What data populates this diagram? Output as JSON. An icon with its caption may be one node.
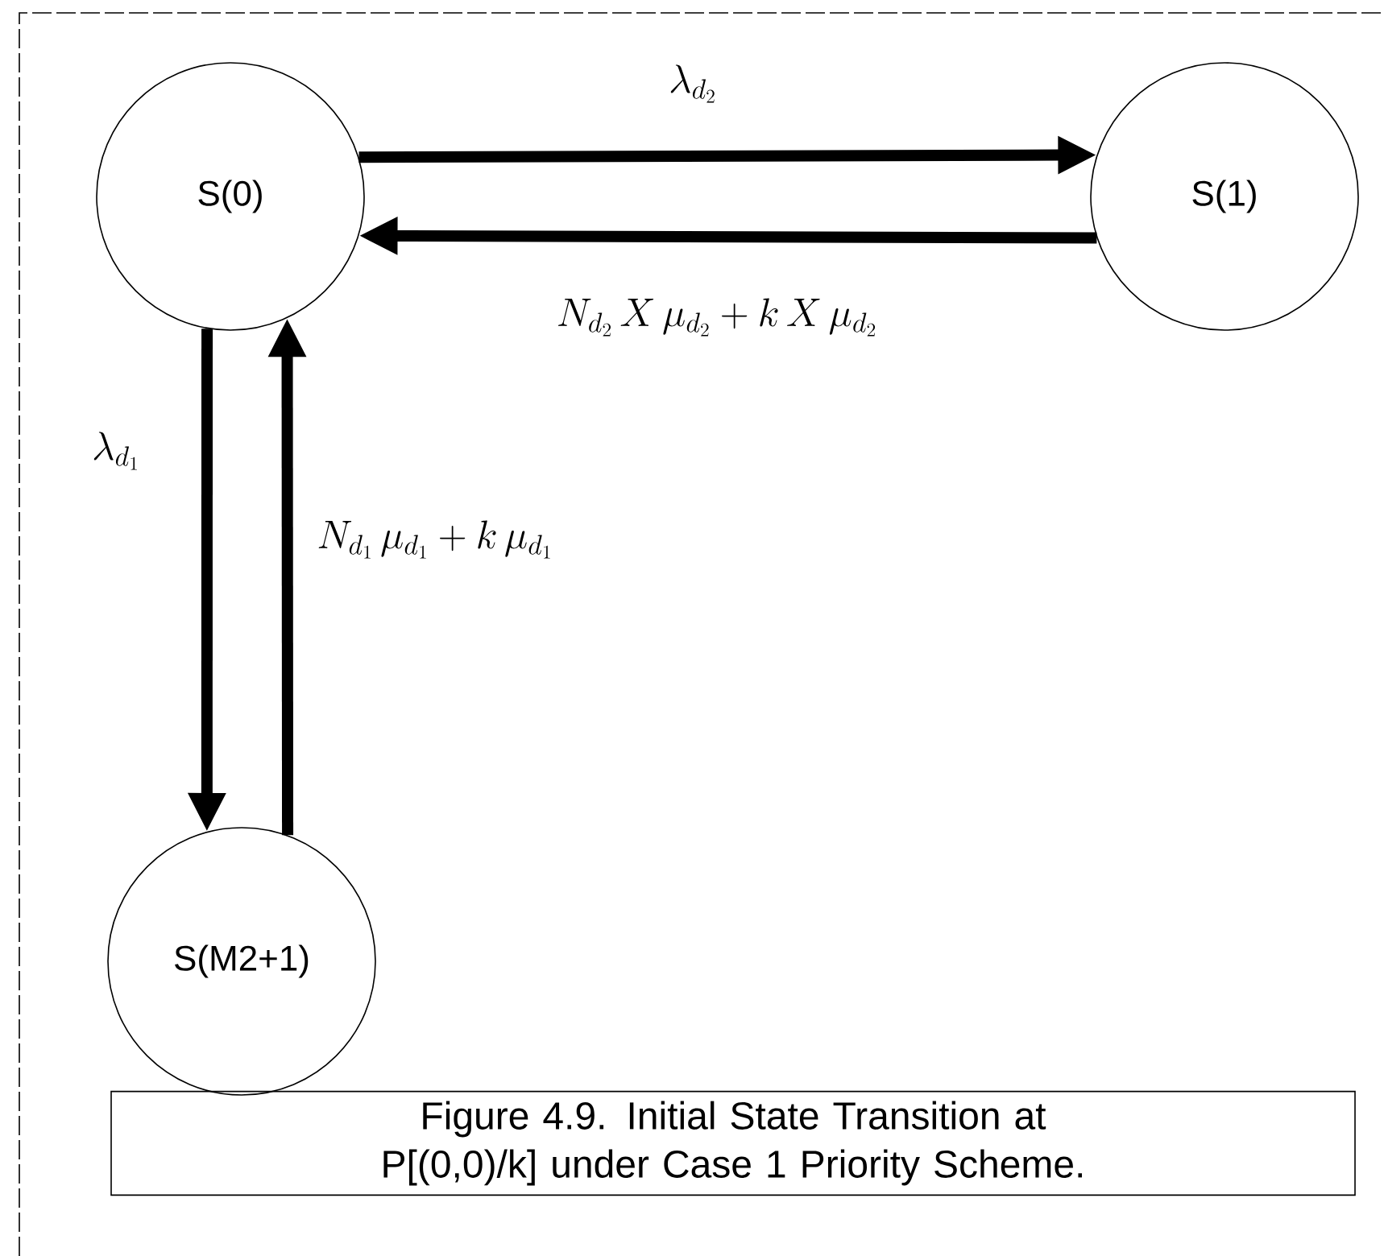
{
  "diagram": {
    "caption": "Figure 4.9. Initial State Transition at P[(0,0)/k] under Case 1 Priority Scheme.",
    "nodes": [
      {
        "text": [
          "S(0)"
        ]
      },
      {
        "text": [
          "S(1)"
        ]
      },
      {
        "text": [
          "S(M2+1)"
        ]
      }
    ],
    "edges": [
      {
        "from": 0,
        "to": 1,
        "arrow": "to",
        "label": "\\lambda_{d_2}"
      },
      {
        "from": 1,
        "to": 0,
        "arrow": "to",
        "label": "N_{d_2}\\,X\\,\\mu_{d_2}+k\\,X\\,\\mu_{d_2}"
      },
      {
        "from": 0,
        "to": 2,
        "arrow": "to",
        "label": "\\lambda_{d_1}"
      },
      {
        "from": 2,
        "to": 0,
        "arrow": "to",
        "label": "N_{d_1}\\,\\mu_{d_1}+k\\,\\mu_{d_1}"
      }
    ]
  }
}
